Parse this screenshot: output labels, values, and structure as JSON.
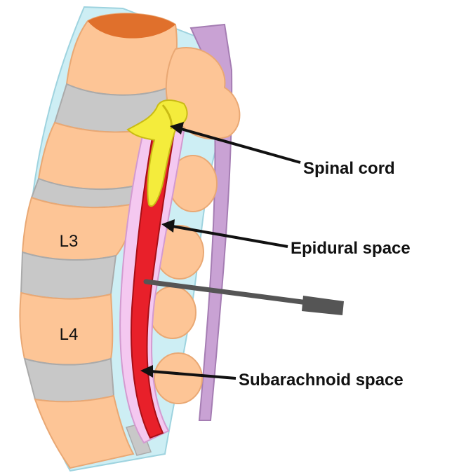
{
  "vertebrae": {
    "l3": "L3",
    "l4": "L4"
  },
  "callouts": {
    "spinal_cord": "Spinal cord",
    "epidural_space": "Epidural space",
    "subarachnoid_space": "Subarachnoid space"
  },
  "colors": {
    "bone": "#fdc596",
    "bone_outline": "#e9a874",
    "bone_cut": "#e0702c",
    "disc": "#c8c8c8",
    "outer_tissue": "#cdeef4",
    "dura_purple": "#c9a2d4",
    "arachnoid_pink": "#f4c8f0",
    "csf_red": "#e8202a",
    "spinal_cord_yellow": "#f4ec3c",
    "needle": "#555555",
    "ink": "#111111"
  }
}
